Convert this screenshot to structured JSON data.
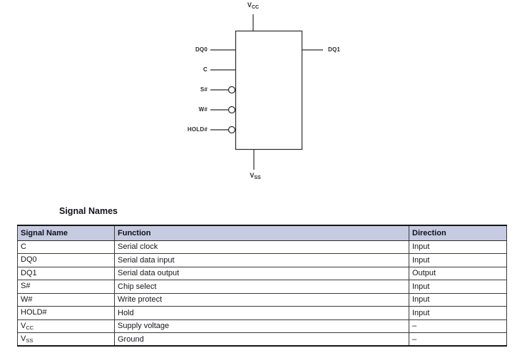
{
  "section_title": "Signal Names",
  "diagram": {
    "power_top": {
      "base": "V",
      "sub": "CC"
    },
    "power_bottom": {
      "base": "V",
      "sub": "SS"
    },
    "left_pins": [
      {
        "label": "DQ0",
        "active_low": false
      },
      {
        "label": "C",
        "active_low": false
      },
      {
        "label": "S#",
        "active_low": true
      },
      {
        "label": "W#",
        "active_low": true
      },
      {
        "label": "HOLD#",
        "active_low": true
      }
    ],
    "right_pins": [
      {
        "label": "DQ1"
      }
    ]
  },
  "table": {
    "headers": [
      "Signal Name",
      "Function",
      "Direction"
    ],
    "rows": [
      {
        "signal": "C",
        "function": "Serial clock",
        "direction": "Input"
      },
      {
        "signal": "DQ0",
        "function": "Serial data input",
        "direction": "Input"
      },
      {
        "signal": "DQ1",
        "function": "Serial data output",
        "direction": "Output"
      },
      {
        "signal": "S#",
        "function": "Chip select",
        "direction": "Input"
      },
      {
        "signal": "W#",
        "function": "Write protect",
        "direction": "Input"
      },
      {
        "signal": "HOLD#",
        "function": "Hold",
        "direction": "Input"
      },
      {
        "signal": "V",
        "signal_sub": "CC",
        "function": "Supply voltage",
        "direction": "–"
      },
      {
        "signal": "V",
        "signal_sub": "SS",
        "function": "Ground",
        "direction": "–"
      }
    ]
  },
  "colors": {
    "header_bg": "#c6cbe2",
    "line": "#2b2b2b",
    "outer_border": "#161616"
  }
}
